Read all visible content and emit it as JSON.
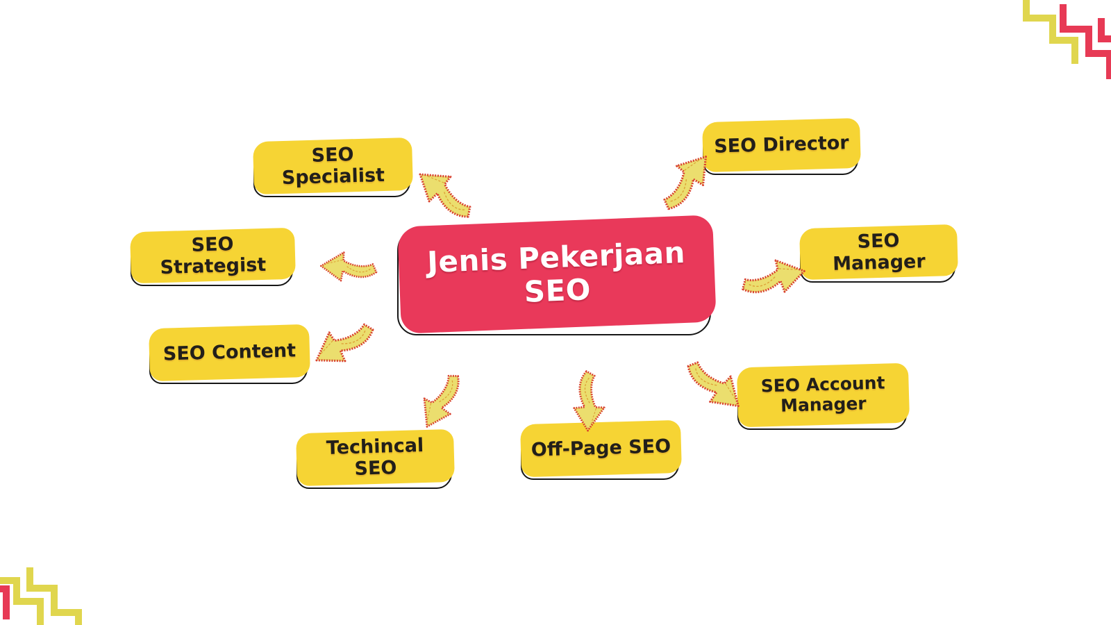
{
  "page": {
    "background": "#FFFFFF"
  },
  "diagram": {
    "center": {
      "label": "Jenis Pekerjaan SEO",
      "fill": "#E9395A",
      "text_color": "#FFFFFF"
    },
    "node_style": {
      "fill": "#F6D434",
      "text_color": "#221F1A",
      "outline": "#161616"
    },
    "nodes": [
      {
        "label": "SEO Specialist",
        "position": "top-left"
      },
      {
        "label": "SEO Strategist",
        "position": "left"
      },
      {
        "label": "SEO Content",
        "position": "lower-left"
      },
      {
        "label": "Techincal SEO",
        "position": "bottom-left"
      },
      {
        "label": "Off-Page SEO",
        "position": "bottom-center"
      },
      {
        "label": "SEO Account Manager",
        "position": "lower-right"
      },
      {
        "label": "SEO Manager",
        "position": "right"
      },
      {
        "label": "SEO Director",
        "position": "top-right"
      }
    ],
    "arrow_style": {
      "fill": "#EBDE6E",
      "edge": "#D8402E",
      "stitch": "#DD9F35",
      "count": 8
    }
  },
  "decorations": {
    "top_right_zigzag": {
      "colors": [
        "#E0D64E",
        "#E73A55",
        "#E73A55"
      ]
    },
    "bottom_left_zigzag": {
      "colors": [
        "#E73A55",
        "#E0D64E",
        "#E0D64E"
      ]
    }
  }
}
